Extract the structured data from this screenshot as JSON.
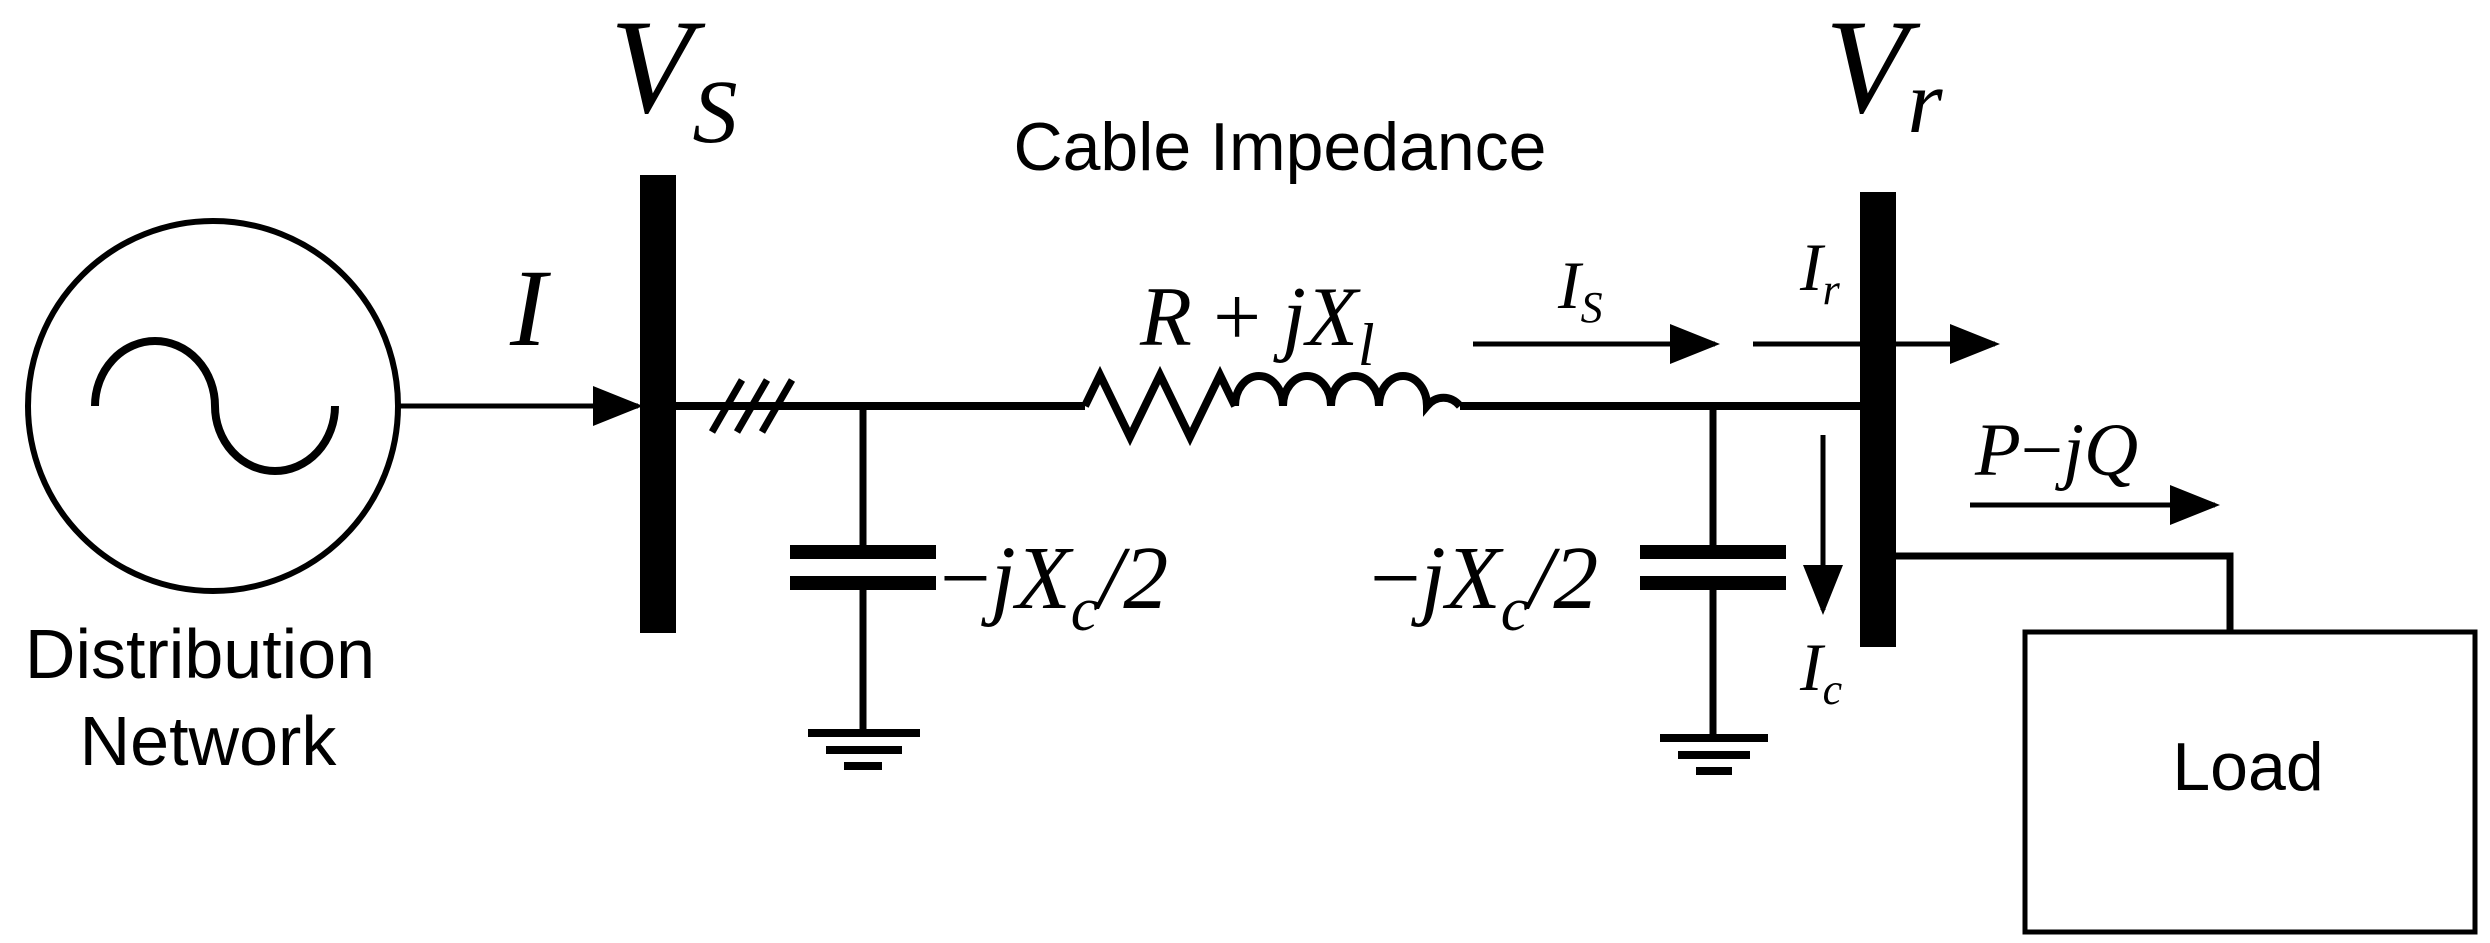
{
  "colors": {
    "stroke": "#000000",
    "background": "#ffffff"
  },
  "source": {
    "label_line1": "Distribution",
    "label_line2": "Network",
    "icon": "ac-source-icon"
  },
  "load": {
    "label": "Load"
  },
  "cable": {
    "title": "Cable Impedance"
  },
  "labels": {
    "vs": {
      "main": "V",
      "sub": "S"
    },
    "vr": {
      "main": "V",
      "sub": "r"
    },
    "i_source": "I",
    "is": {
      "main": "I",
      "sub": "S"
    },
    "ir": {
      "main": "I",
      "sub": "r"
    },
    "ic": {
      "main": "I",
      "sub": "c"
    },
    "impedance": {
      "a": "R",
      "op": " + ",
      "b": "jX",
      "sub": "l"
    },
    "cap_left": {
      "a": "−",
      "b": "jX",
      "sub": "c",
      "tail": "/2"
    },
    "cap_right": {
      "a": "−",
      "b": "jX",
      "sub": "c",
      "tail": "/2"
    },
    "power": {
      "a": "P",
      "op": "−",
      "b": "jQ"
    }
  }
}
